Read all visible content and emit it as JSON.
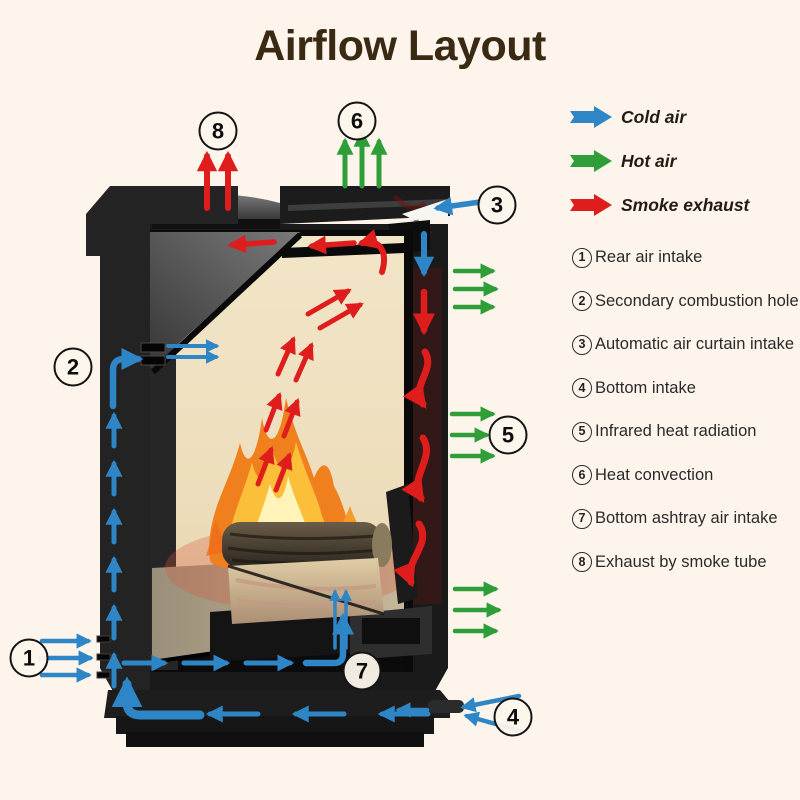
{
  "title": "Airflow Layout",
  "legend": {
    "items": [
      {
        "name": "cold-air",
        "label": "Cold air",
        "color": "#2e86c6"
      },
      {
        "name": "hot-air",
        "label": "Hot air",
        "color": "#2f9e38"
      },
      {
        "name": "smoke-exhaust",
        "label": "Smoke exhaust",
        "color": "#df1d1d"
      }
    ]
  },
  "callouts": [
    {
      "number": "1",
      "label": "Rear air intake"
    },
    {
      "number": "2",
      "label": "Secondary combustion hole"
    },
    {
      "number": "3",
      "label": "Automatic air curtain intake"
    },
    {
      "number": "4",
      "label": "Bottom intake"
    },
    {
      "number": "5",
      "label": "Infrared heat radiation"
    },
    {
      "number": "6",
      "label": "Heat convection"
    },
    {
      "number": "7",
      "label": "Bottom ashtray air intake"
    },
    {
      "number": "8",
      "label": "Exhaust by smoke tube"
    }
  ],
  "colors": {
    "background": "#fdf5ec",
    "title": "#3a2913",
    "cold_air": "#2e86c6",
    "hot_air": "#2f9e38",
    "smoke": "#df1d1d"
  }
}
